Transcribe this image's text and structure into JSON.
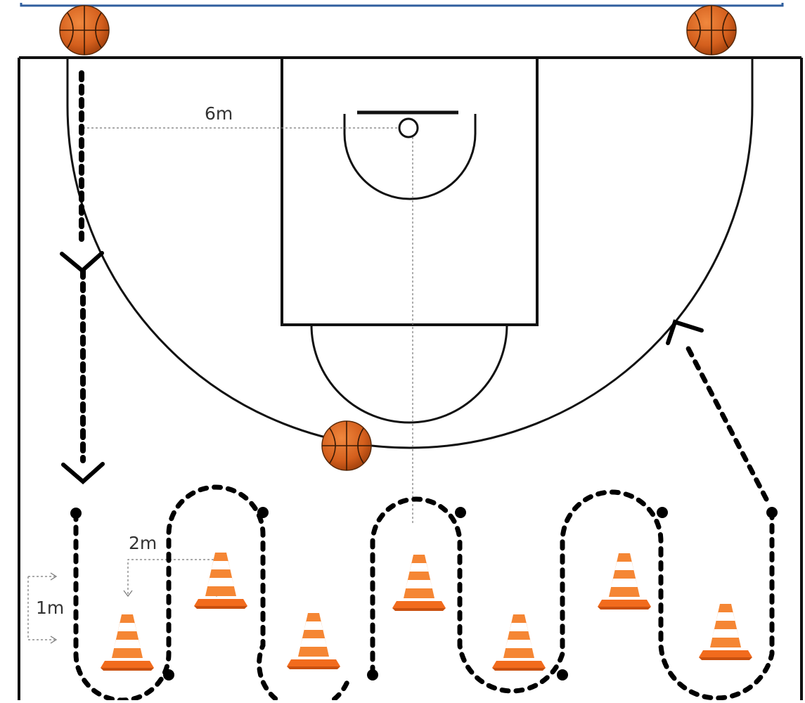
{
  "labels": {
    "shooting_distance": "6m",
    "cone_spacing_horizontal": "2m",
    "cone_spacing_vertical": "1m"
  },
  "icons": {
    "ball": "basketball-icon",
    "cone": "traffic-cone-icon"
  },
  "colors": {
    "court_line": "#111111",
    "drill_path": "#000000",
    "ball": "#d9621e",
    "cone": "#f26b1d",
    "frame_border": "#2f5e9e"
  }
}
